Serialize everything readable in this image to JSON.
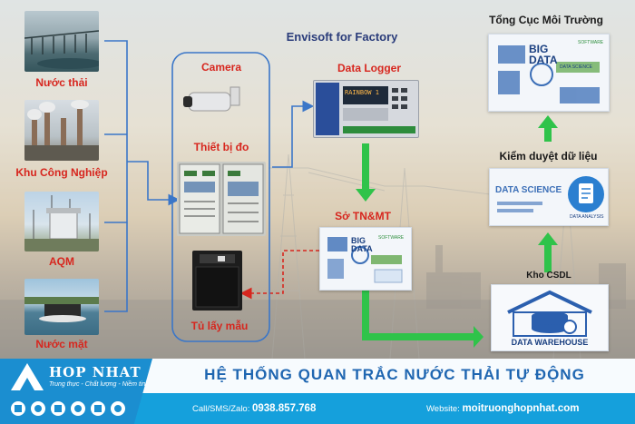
{
  "diagram": {
    "title": "Envisoft for Factory",
    "sources": [
      "Nước thải",
      "Khu Công Nghiệp",
      "AQM",
      "Nước mặt"
    ],
    "factory_devices": [
      "Camera",
      "Thiết bị đo",
      "Tủ lấy mẫu"
    ],
    "data_logger": "Data Logger",
    "logger_screen": "RAINBOW 1",
    "department": "Sở TN&MT",
    "verification": "Kiểm duyệt dữ liệu",
    "general_dept": "Tổng Cục Môi Trường",
    "database": "Kho CSDL",
    "warehouse_label": "DATA WAREHOUSE",
    "big_data": "BIG DATA",
    "data_science": "DATA SCIENCE",
    "data_analysis": "DATA ANALYSIS",
    "software": "SOFTWARE"
  },
  "footer": {
    "brand": "HOP NHAT",
    "slogan": "Trung thực - Chất lượng - Niềm tin",
    "headline": "HỆ THỐNG QUAN TRẮC NƯỚC THẢI TỰ ĐỘNG",
    "phone_label": "Call/SMS/Zalo:",
    "phone": "0938.857.768",
    "website_label": "Website:",
    "website": "moitruonghopnhat.com"
  },
  "colors": {
    "arrow_green": "#2fc34a",
    "connector_blue": "#3a76c8",
    "label_red": "#d7261e",
    "footer_blue": "#15a0dc",
    "headline_blue": "#1f66b1"
  }
}
